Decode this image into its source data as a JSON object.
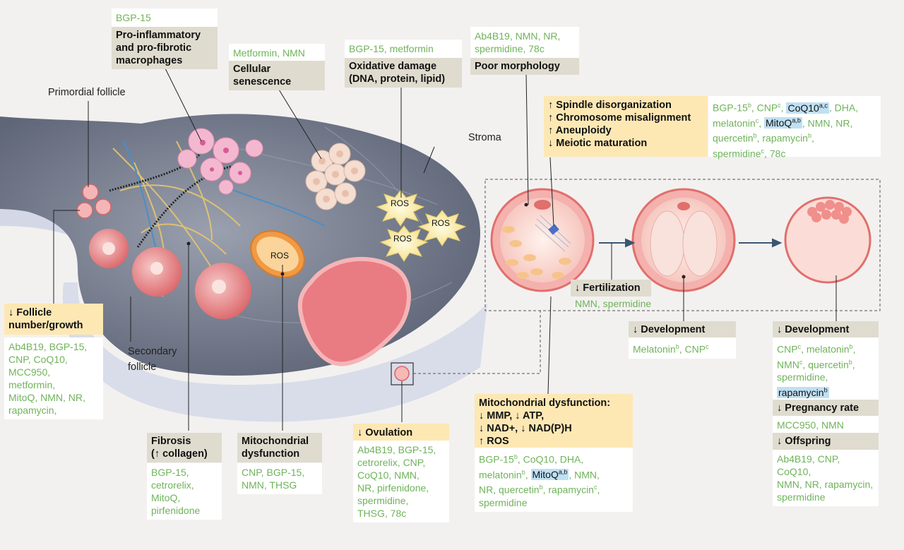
{
  "labels": {
    "primordial": "Primordial follicle",
    "secondary_1": "Secondary",
    "secondary_2": "follicle",
    "stroma": "Stroma",
    "ros": "ROS"
  },
  "macrophages": {
    "drugs": "BGP-15",
    "title_1": "Pro-inflammatory",
    "title_2": "and pro-fibrotic",
    "title_3": "macrophages"
  },
  "senescence": {
    "drugs": "Metformin, NMN",
    "title_1": "Cellular",
    "title_2": "senescence"
  },
  "oxidative": {
    "drugs": "BGP-15, metformin",
    "title_1": "Oxidative damage",
    "title_2": "(DNA, protein, lipid)"
  },
  "morphology": {
    "drugs_1": "Ab4B19, NMN, NR,",
    "drugs_2": "spermidine, 78c",
    "title": "Poor morphology"
  },
  "spindle": {
    "lines": [
      "↑ Spindle disorganization",
      "↑ Chromosome misalignment",
      "↑ Aneuploidy",
      "↓ Meiotic maturation"
    ],
    "d1": "BGP-15",
    "d1s": "b",
    "d2": "CNP",
    "d2s": "c",
    "d3": "CoQ10",
    "d3s": "a,c",
    "d4": "DHA,",
    "d5": "melatonin",
    "d5s": "c",
    "d6": "MitoQ",
    "d6s": "a,b",
    "d7": "NMN, NR,",
    "d8": "quercetin",
    "d8s": "b",
    "d9": "rapamycin",
    "d9s": "b",
    "d10": "spermidine",
    "d10s": "c",
    "d11": "78c"
  },
  "follicle": {
    "title_1": "↓ Follicle",
    "title_2": "number/growth",
    "drugs": [
      "Ab4B19, BGP-15,",
      "CNP, CoQ10,",
      "MCC950,",
      "metformin,",
      "MitoQ, NMN, NR,",
      "rapamycin,"
    ]
  },
  "fibrosis": {
    "title_1": "Fibrosis",
    "title_2": "(↑ collagen)",
    "drugs": [
      "BGP-15,",
      "cetrorelix,",
      "MitoQ,",
      "pirfenidone"
    ]
  },
  "mito_ovary": {
    "title_1": "Mitochondrial",
    "title_2": "dysfunction",
    "drugs": [
      "CNP, BGP-15,",
      "NMN, THSG"
    ]
  },
  "ovulation": {
    "title": "↓ Ovulation",
    "drugs": [
      "Ab4B19, BGP-15,",
      "cetrorelix, CNP,",
      "CoQ10, NMN,",
      "NR, pirfenidone,",
      "spermidine,",
      "THSG, 78c"
    ]
  },
  "mito_oocyte": {
    "lines": [
      "Mitochondrial dysfunction:",
      "↓ MMP, ↓ ATP,",
      "↓ NAD+, ↓ NAD(P)H",
      "↑ ROS"
    ],
    "a1": "BGP-15",
    "a1s": "b",
    "a2": ", CoQ10, DHA,",
    "b1": "melatonin",
    "b1s": "b",
    "b2": "MitoQ",
    "b2s": "a,b",
    "b3": ", NMN,",
    "c1": "NR, ",
    "c2": "quercetin",
    "c2s": "b",
    "c3": ", rapamycin",
    "c3s": "c",
    "c4": ",",
    "d1": "spermidine"
  },
  "fertilization": {
    "title": "↓ Fertilization",
    "drugs": "NMN, spermidine"
  },
  "dev_two_cell": {
    "title": "↓ Development",
    "d1": "Melatonin",
    "d1s": "b",
    "d2": ", CNP",
    "d2s": "c"
  },
  "dev_blast": {
    "title": "↓ Development",
    "a1": "CNP",
    "a1s": "c",
    "a2": ", melatonin",
    "a2s": "b",
    "a3": ",",
    "b1": "NMN",
    "b1s": "c",
    "b2": ", quercetin",
    "b2s": "b",
    "b3": ",",
    "c1": "spermidine,",
    "e1": "rapamycin",
    "e1s": "b"
  },
  "pregnancy": {
    "title": "↓ Pregnancy rate",
    "drugs": "MCC950, NMN"
  },
  "offspring": {
    "title": "↓ Offspring",
    "drugs": [
      "Ab4B19, CNP, CoQ10,",
      "NMN, NR, rapamycin,",
      "spermidine"
    ]
  },
  "colors": {
    "drug_text": "#6fb35a",
    "label_bg": "#dfdccf",
    "yellow_bg": "#fde8b4",
    "highlight_bg": "#bfe0f3",
    "ovary_fill": "#7b8294"
  }
}
